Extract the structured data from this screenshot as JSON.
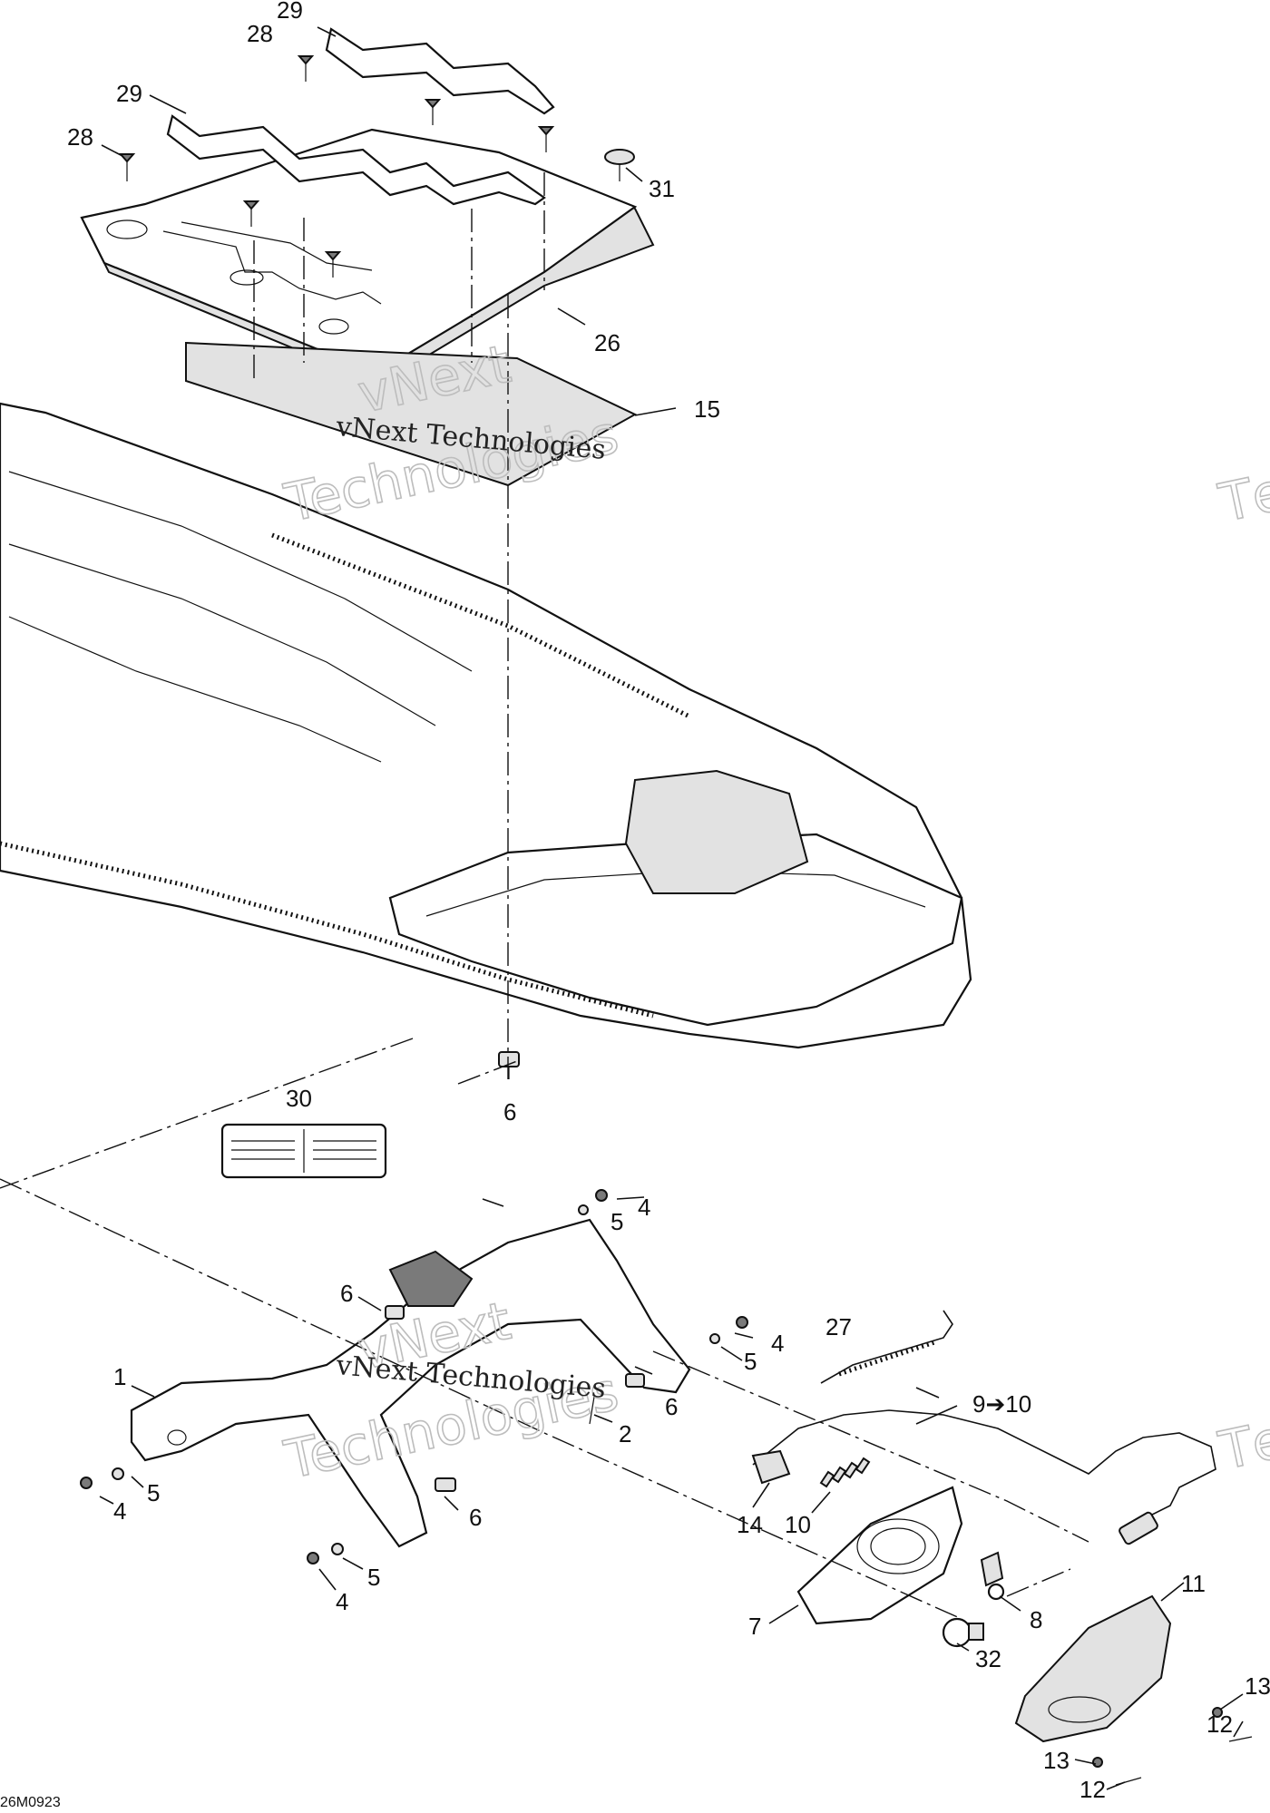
{
  "diagram": {
    "callouts": [
      "29",
      "28",
      "29",
      "28",
      "31",
      "26",
      "15",
      "6",
      "30",
      "4",
      "5",
      "6",
      "4",
      "5",
      "6",
      "27",
      "9➔10",
      "1",
      "2",
      "5",
      "4",
      "6",
      "5",
      "4",
      "14",
      "10",
      "11",
      "8",
      "7",
      "32",
      "13",
      "12",
      "13",
      "12"
    ],
    "watermarks": [
      "vNext",
      "Technologies",
      "vNext Technologies",
      "Tе"
    ],
    "figure_code": "26M0923"
  }
}
